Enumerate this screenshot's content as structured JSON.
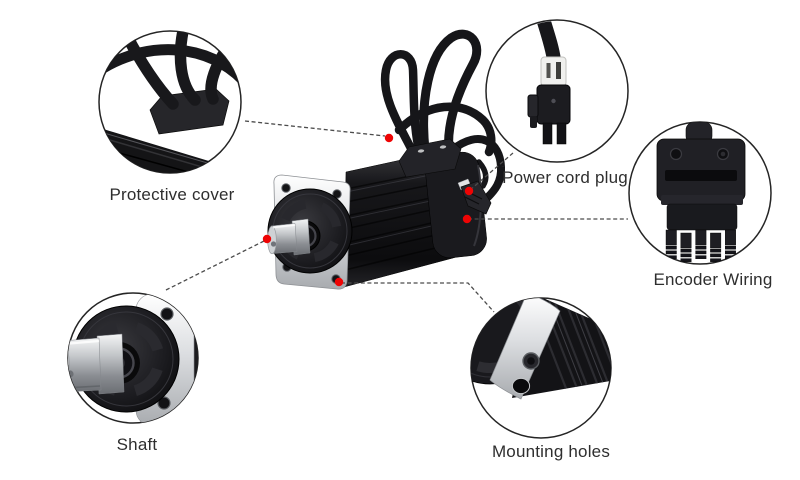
{
  "figure": {
    "kind": "product-callout-diagram",
    "subject": "servo motor with labeled parts"
  },
  "callouts": [
    {
      "id": "protective-cover",
      "label": "Protective cover"
    },
    {
      "id": "power-cord-plug",
      "label": "Power cord plug"
    },
    {
      "id": "encoder-wiring",
      "label": "Encoder Wiring"
    },
    {
      "id": "shaft",
      "label": "Shaft"
    },
    {
      "id": "mounting-holes",
      "label": "Mounting holes"
    }
  ],
  "icons": [
    "protective-cover-photo-circle",
    "power-cord-plug-photo-circle",
    "encoder-wiring-photo-circle",
    "shaft-photo-circle",
    "mounting-holes-photo-circle"
  ],
  "colors": {
    "background": "#ffffff",
    "label_text": "#2e2e2e",
    "marker_dot": "#ee0404",
    "leader_line": "#4c4c4c",
    "circle_outline": "#252525",
    "motor_dark": "#131316",
    "flange_silver": "#d9dbde"
  }
}
